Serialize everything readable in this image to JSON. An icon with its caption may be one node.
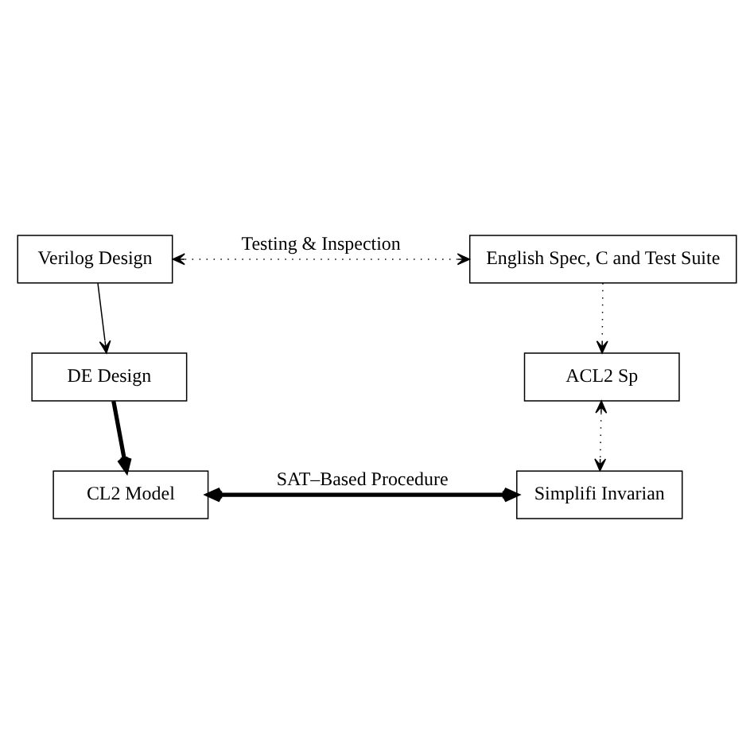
{
  "diagram": {
    "nodes": [
      {
        "text": [
          "Verilog Design"
        ]
      },
      {
        "text": [
          "English Spec, C and Test Suite"
        ]
      },
      {
        "text": [
          "DE Design"
        ]
      },
      {
        "text": [
          "ACL2 Sp"
        ]
      },
      {
        "text": [
          "CL2 Model"
        ]
      },
      {
        "text": [
          "Simplifi Invarian"
        ]
      }
    ],
    "edges": [
      {
        "from": 0,
        "to": 1,
        "arrow": "both",
        "style": "dashed",
        "label": "Testing & Inspection"
      },
      {
        "from": 0,
        "to": 2,
        "arrow": "to"
      },
      {
        "from": 1,
        "to": 3,
        "arrow": "to",
        "style": "dashed"
      },
      {
        "from": 2,
        "to": 4,
        "arrow": "to",
        "style": "thick"
      },
      {
        "from": 3,
        "to": 5,
        "arrow": "both",
        "style": "dashed"
      },
      {
        "from": 4,
        "to": 5,
        "arrow": "both",
        "style": "thick",
        "label": "SAT–Based Procedure"
      }
    ]
  }
}
